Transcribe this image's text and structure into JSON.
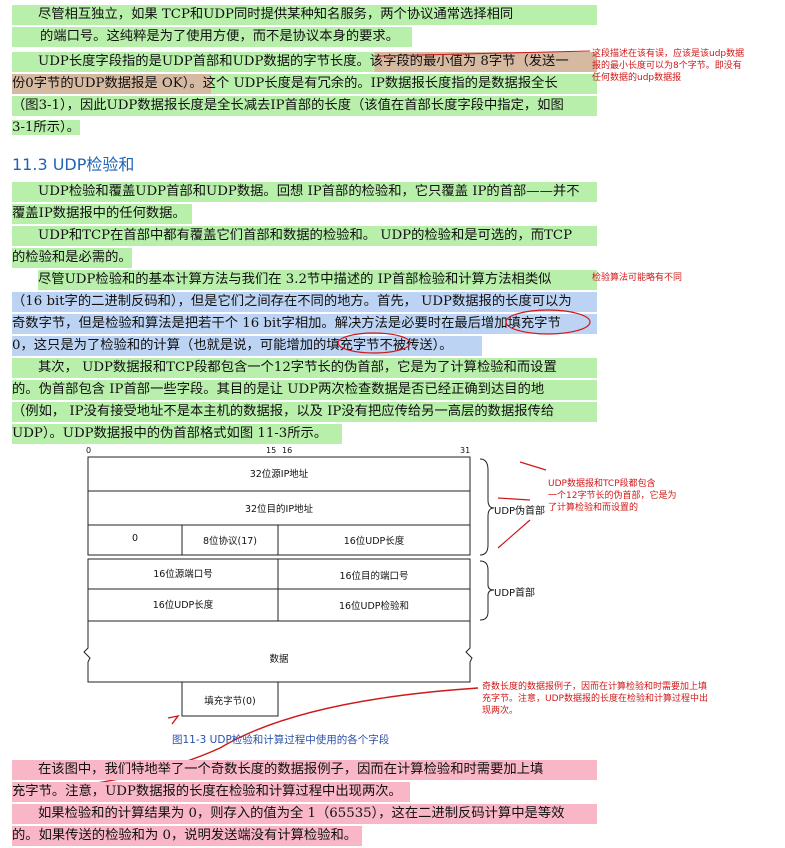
{
  "paragraphs": {
    "p1": [
      "尽管相互独立，如果 TCP和UDP同时提供某种知名服务，两个协议通常选择相同",
      "的端口号。这纯粹是为了使用方便，而不是协议本身的要求。"
    ],
    "p2": [
      "UDP长度字段指的是UDP首部和UDP数据的字节长度。该字段的最小值为 8字节（发送一",
      "份0字节的UDP数据报是 OK）。这个 UDP长度是有冗余的。IP数据报长度指的是数据报全长",
      "（图3-1），因此UDP数据报长度是全长减去IP首部的长度（该值在首部长度字段中指定，如图",
      "3-1所示）。"
    ],
    "section_title": "11.3   UDP检验和",
    "p3": [
      "UDP检验和覆盖UDP首部和UDP数据。回想 IP首部的检验和，它只覆盖 IP的首部——并不",
      "覆盖IP数据报中的任何数据。"
    ],
    "p4": [
      "UDP和TCP在首部中都有覆盖它们首部和数据的检验和。 UDP的检验和是可选的，而TCP",
      "的检验和是必需的。"
    ],
    "p5": [
      "尽管UDP检验和的基本计算方法与我们在  3.2节中描述的 IP首部检验和计算方法相类似",
      "（16 bit字的二进制反码和），但是它们之间存在不同的地方。首先，  UDP数据报的长度可以为",
      "奇数字节，但是检验和算法是把若干个 16 bit字相加。解决方法是必要时在最后增加填充字节",
      "0，这只是为了检验和的计算（也就是说，可能增加的填充字节不被传送）。"
    ],
    "p6": [
      "其次， UDP数据报和TCP段都包含一个12字节长的伪首部，它是为了计算检验和而设置",
      "的。伪首部包含 IP首部一些字段。其目的是让  UDP两次检查数据是否已经正确到达目的地",
      "（例如， IP没有接受地址不是本主机的数据报，以及  IP没有把应传给另一高层的数据报传给",
      "UDP）。UDP数据报中的伪首部格式如图 11-3所示。"
    ],
    "p7": [
      "在该图中，我们特地举了一个奇数长度的数据报例子，因而在计算检验和时需要加上填",
      "充字节。注意，UDP数据报的长度在检验和计算过程中出现两次。"
    ],
    "p8": [
      "如果检验和的计算结果为 0，则存入的值为全 1（65535），这在二进制反码计算中是等效",
      "的。如果传送的检验和为 0，说明发送端没有计算检验和。"
    ]
  },
  "notes": {
    "n1": [
      "这段描述在该有误，应该是该udp数据",
      "报的最小长度可以为8个字节。即没有",
      "任何数据的udp数据报"
    ],
    "n2": [
      "检验算法可能略有不同"
    ],
    "n3": [
      "UDP数据报和TCP段都包含",
      "一个12字节长的伪首部，它是为",
      "了计算检验和而设置的"
    ],
    "n4": [
      "奇数长度的数据报例子，因而在计算检验和时需要加上填",
      "充字节。注意，UDP数据报的长度在检验和计算过程中出",
      "现两次。"
    ]
  },
  "figure": {
    "bits": {
      "b0": "0",
      "b15": "15",
      "b16": "16",
      "b31": "31"
    },
    "src_ip": "32位源IP地址",
    "dst_ip": "32位目的IP地址",
    "zero": "0",
    "proto": "8位协议(17)",
    "udp_len_pseudo": "16位UDP长度",
    "src_port": "16位源端口号",
    "dst_port": "16位目的端口号",
    "udp_len": "16位UDP长度",
    "checksum": "16位UDP检验和",
    "data": "数据",
    "pad": "填充字节(0)",
    "pseudo_label": "UDP伪首部",
    "header_label": "UDP首部",
    "caption": "图11-3   UDP检验和计算过程中使用的各个字段"
  }
}
